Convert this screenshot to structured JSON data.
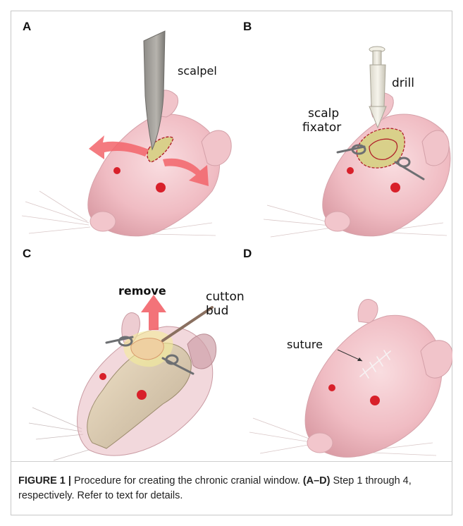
{
  "panels": {
    "a": {
      "label": "A",
      "annotations": {
        "scalpel": "scalpel"
      }
    },
    "b": {
      "label": "B",
      "annotations": {
        "drill": "drill",
        "scalp": "scalp",
        "fixator": "fixator"
      }
    },
    "c": {
      "label": "C",
      "annotations": {
        "remove": "remove",
        "cutton": "cutton",
        "bud": "bud"
      }
    },
    "d": {
      "label": "D",
      "annotations": {
        "suture": "suture"
      }
    }
  },
  "caption": {
    "figure": "FIGURE 1 |",
    "text1": " Procedure for creating the chronic cranial window. ",
    "range": "(A–D)",
    "text2": " Step 1 through 4, respectively. Refer to text for details."
  },
  "colors": {
    "skin": "#f3c3c8",
    "skin_shadow": "#d99aa3",
    "eye": "#d8202a",
    "arrow": "#f2646a",
    "exposed_area": "#d9d08a",
    "incision": "#b0202a",
    "metal": "#6d6f72"
  }
}
